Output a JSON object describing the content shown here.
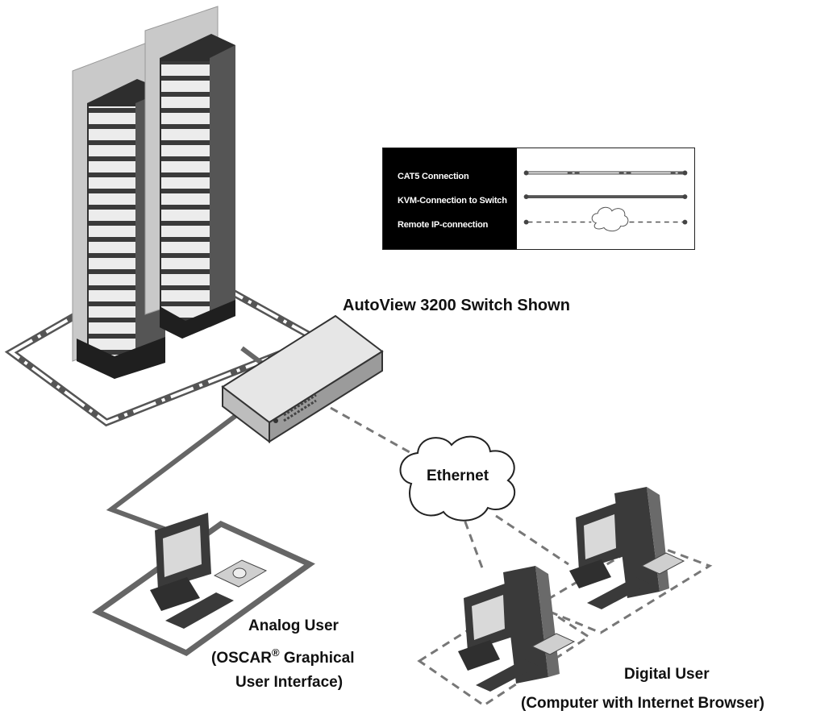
{
  "switch": {
    "label": "AutoView 3200 Switch Shown"
  },
  "cloud": {
    "label": "Ethernet"
  },
  "legend": {
    "items": [
      {
        "label": "CAT5 Connection",
        "style": "dash-dot"
      },
      {
        "label": "KVM-Connection to Switch",
        "style": "solid"
      },
      {
        "label": "Remote IP-connection",
        "style": "dashed-cloud"
      }
    ]
  },
  "analog_user": {
    "line1": "Analog User",
    "line2_pre": "(OSCAR",
    "line2_sup": "®",
    "line2_post": " Graphical",
    "line3": "User Interface)"
  },
  "digital_user": {
    "line1": "Digital User",
    "line2": "(Computer with Internet Browser)"
  },
  "colors": {
    "ink": "#111111",
    "rack_dark": "#4a4a4a",
    "rack_light": "#d8d8d8",
    "line": "#666666"
  }
}
